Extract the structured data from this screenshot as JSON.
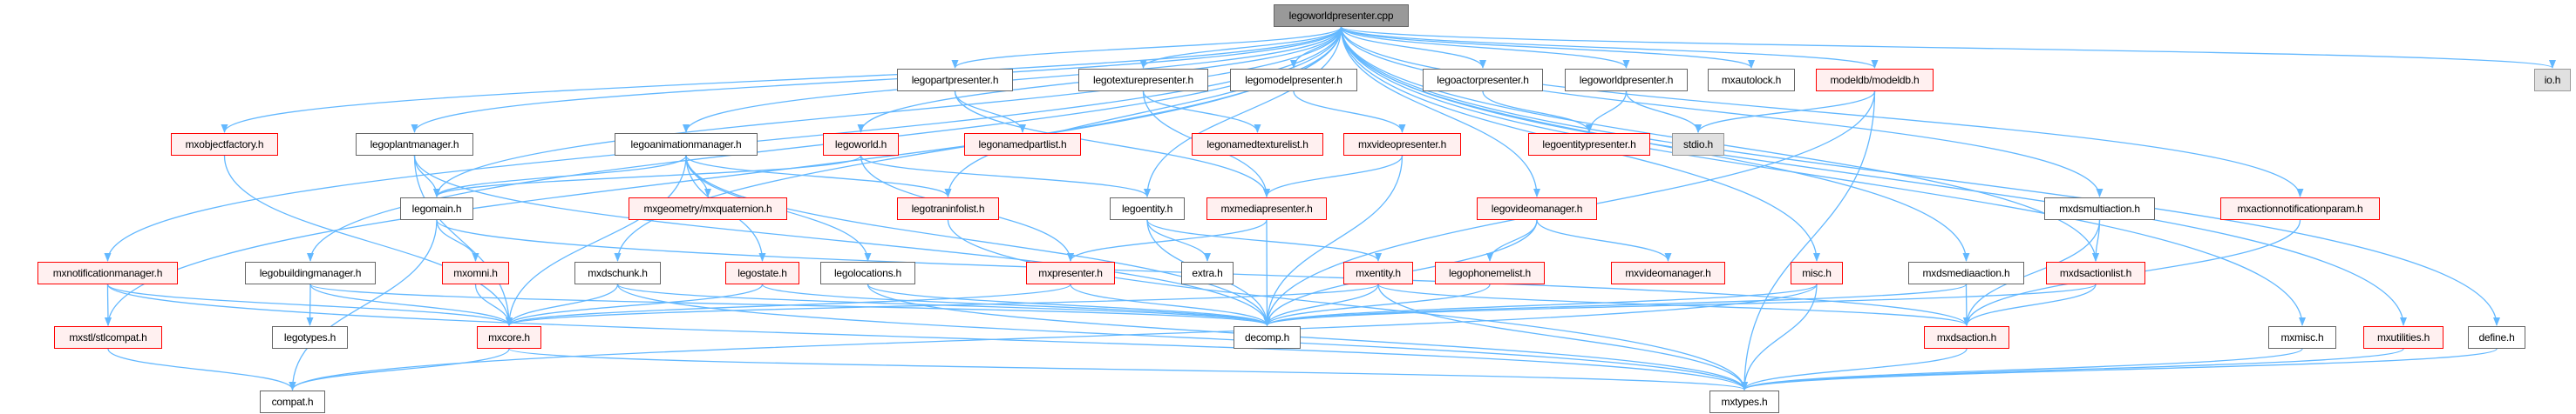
{
  "colors": {
    "edge": "#63B8FF",
    "root_fill": "#999999",
    "missing_border": "#FF0000",
    "missing_fill": "#FFF0F0",
    "external_fill": "#E0E0E0"
  },
  "nodes": [
    {
      "id": "root",
      "label": "legoworldpresenter.cpp",
      "style": "root"
    },
    {
      "id": "legopartpresenter",
      "label": "legopartpresenter.h",
      "style": "white"
    },
    {
      "id": "legotexturepresenter",
      "label": "legotexturepresenter.h",
      "style": "white"
    },
    {
      "id": "legomodelpresenter",
      "label": "legomodelpresenter.h",
      "style": "white"
    },
    {
      "id": "legoactorpresenter",
      "label": "legoactorpresenter.h",
      "style": "white"
    },
    {
      "id": "legoworldpresenterh",
      "label": "legoworldpresenter.h",
      "style": "white"
    },
    {
      "id": "mxautolock",
      "label": "mxautolock.h",
      "style": "white"
    },
    {
      "id": "modeldb",
      "label": "modeldb/modeldb.h",
      "style": "red"
    },
    {
      "id": "io",
      "label": "io.h",
      "style": "gray"
    },
    {
      "id": "mxobjectfactory",
      "label": "mxobjectfactory.h",
      "style": "red"
    },
    {
      "id": "legoplantmanager",
      "label": "legoplantmanager.h",
      "style": "white"
    },
    {
      "id": "legoanimationmanager",
      "label": "legoanimationmanager.h",
      "style": "white"
    },
    {
      "id": "legoworld",
      "label": "legoworld.h",
      "style": "red"
    },
    {
      "id": "legonamedpartlist",
      "label": "legonamedpartlist.h",
      "style": "red"
    },
    {
      "id": "legonamedtexturelist",
      "label": "legonamedtexturelist.h",
      "style": "red"
    },
    {
      "id": "mxvideopresenter",
      "label": "mxvideopresenter.h",
      "style": "red"
    },
    {
      "id": "legoentitypresenter",
      "label": "legoentitypresenter.h",
      "style": "red"
    },
    {
      "id": "stdio",
      "label": "stdio.h",
      "style": "gray"
    },
    {
      "id": "legomain",
      "label": "legomain.h",
      "style": "white"
    },
    {
      "id": "mxquaternion",
      "label": "mxgeometry/mxquaternion.h",
      "style": "red"
    },
    {
      "id": "legotraninfolist",
      "label": "legotraninfolist.h",
      "style": "red"
    },
    {
      "id": "legoentity",
      "label": "legoentity.h",
      "style": "white"
    },
    {
      "id": "mxmediapresenter",
      "label": "mxmediapresenter.h",
      "style": "red"
    },
    {
      "id": "legovideomanager",
      "label": "legovideomanager.h",
      "style": "red"
    },
    {
      "id": "mxdsmultiaction",
      "label": "mxdsmultiaction.h",
      "style": "white"
    },
    {
      "id": "mxactionnotificationparam",
      "label": "mxactionnotificationparam.h",
      "style": "red"
    },
    {
      "id": "mxnotificationmanager",
      "label": "mxnotificationmanager.h",
      "style": "red"
    },
    {
      "id": "legobuildingmanager",
      "label": "legobuildingmanager.h",
      "style": "white"
    },
    {
      "id": "mxomni",
      "label": "mxomni.h",
      "style": "red"
    },
    {
      "id": "mxdschunk",
      "label": "mxdschunk.h",
      "style": "white"
    },
    {
      "id": "legostate",
      "label": "legostate.h",
      "style": "red"
    },
    {
      "id": "legolocations",
      "label": "legolocations.h",
      "style": "white"
    },
    {
      "id": "mxpresenter",
      "label": "mxpresenter.h",
      "style": "red"
    },
    {
      "id": "extra",
      "label": "extra.h",
      "style": "white"
    },
    {
      "id": "mxentity",
      "label": "mxentity.h",
      "style": "red"
    },
    {
      "id": "legophonemelist",
      "label": "legophonemelist.h",
      "style": "red"
    },
    {
      "id": "mxvideomanager",
      "label": "mxvideomanager.h",
      "style": "red"
    },
    {
      "id": "misc",
      "label": "misc.h",
      "style": "red"
    },
    {
      "id": "mxdsmediaaction",
      "label": "mxdsmediaaction.h",
      "style": "white"
    },
    {
      "id": "mxdsactionlist",
      "label": "mxdsactionlist.h",
      "style": "red"
    },
    {
      "id": "stlcompat",
      "label": "mxstl/stlcompat.h",
      "style": "red"
    },
    {
      "id": "legotypes",
      "label": "legotypes.h",
      "style": "white"
    },
    {
      "id": "mxcore",
      "label": "mxcore.h",
      "style": "red"
    },
    {
      "id": "decomp",
      "label": "decomp.h",
      "style": "white"
    },
    {
      "id": "mxdsaction",
      "label": "mxdsaction.h",
      "style": "red"
    },
    {
      "id": "mxmisc",
      "label": "mxmisc.h",
      "style": "white"
    },
    {
      "id": "mxutilities",
      "label": "mxutilities.h",
      "style": "red"
    },
    {
      "id": "define",
      "label": "define.h",
      "style": "white"
    },
    {
      "id": "compat",
      "label": "compat.h",
      "style": "white"
    },
    {
      "id": "mxtypes",
      "label": "mxtypes.h",
      "style": "white"
    }
  ],
  "edges": [
    [
      "root",
      "legopartpresenter"
    ],
    [
      "root",
      "legotexturepresenter"
    ],
    [
      "root",
      "legomodelpresenter"
    ],
    [
      "root",
      "legoactorpresenter"
    ],
    [
      "root",
      "legoworldpresenterh"
    ],
    [
      "root",
      "mxautolock"
    ],
    [
      "root",
      "modeldb"
    ],
    [
      "root",
      "io"
    ],
    [
      "root",
      "mxobjectfactory"
    ],
    [
      "root",
      "legoplantmanager"
    ],
    [
      "root",
      "legoanimationmanager"
    ],
    [
      "root",
      "legoworld"
    ],
    [
      "root",
      "legomain"
    ],
    [
      "root",
      "mxnotificationmanager"
    ],
    [
      "root",
      "legobuildingmanager"
    ],
    [
      "root",
      "mxdschunk"
    ],
    [
      "root",
      "stlcompat"
    ],
    [
      "root",
      "legoentity"
    ],
    [
      "root",
      "legotraninfolist"
    ],
    [
      "root",
      "legovideomanager"
    ],
    [
      "root",
      "misc"
    ],
    [
      "root",
      "mxdsmediaaction"
    ],
    [
      "root",
      "mxdsactionlist"
    ],
    [
      "root",
      "mxdsmultiaction"
    ],
    [
      "root",
      "mxactionnotificationparam"
    ],
    [
      "root",
      "mxmisc"
    ],
    [
      "root",
      "mxutilities"
    ],
    [
      "root",
      "define"
    ],
    [
      "legopartpresenter",
      "legonamedpartlist"
    ],
    [
      "legopartpresenter",
      "mxmediapresenter"
    ],
    [
      "legotexturepresenter",
      "legonamedtexturelist"
    ],
    [
      "legotexturepresenter",
      "mxmediapresenter"
    ],
    [
      "legomodelpresenter",
      "mxvideopresenter"
    ],
    [
      "legoactorpresenter",
      "legoentitypresenter"
    ],
    [
      "legoworldpresenterh",
      "legoentitypresenter"
    ],
    [
      "legoworldpresenterh",
      "stdio"
    ],
    [
      "modeldb",
      "stdio"
    ],
    [
      "modeldb",
      "decomp"
    ],
    [
      "modeldb",
      "mxtypes"
    ],
    [
      "mxobjectfactory",
      "mxcore"
    ],
    [
      "legoplantmanager",
      "legomain"
    ],
    [
      "legoplantmanager",
      "mxcore"
    ],
    [
      "legoplantmanager",
      "decomp"
    ],
    [
      "legoanimationmanager",
      "legomain"
    ],
    [
      "legoanimationmanager",
      "mxquaternion"
    ],
    [
      "legoanimationmanager",
      "mxcore"
    ],
    [
      "legoanimationmanager",
      "legostate"
    ],
    [
      "legoanimationmanager",
      "legolocations"
    ],
    [
      "legoanimationmanager",
      "legotraninfolist"
    ],
    [
      "legoanimationmanager",
      "decomp"
    ],
    [
      "legoworld",
      "legomain"
    ],
    [
      "legoworld",
      "legoentity"
    ],
    [
      "legoworld",
      "mxpresenter"
    ],
    [
      "legomain",
      "compat"
    ],
    [
      "legomain",
      "mxomni"
    ],
    [
      "legomain",
      "mxdsaction"
    ],
    [
      "mxvideopresenter",
      "mxmediapresenter"
    ],
    [
      "mxvideopresenter",
      "decomp"
    ],
    [
      "legoentity",
      "extra"
    ],
    [
      "legoentity",
      "mxentity"
    ],
    [
      "legoentity",
      "decomp"
    ],
    [
      "mxmediapresenter",
      "mxpresenter"
    ],
    [
      "mxmediapresenter",
      "decomp"
    ],
    [
      "legovideomanager",
      "legophonemelist"
    ],
    [
      "legovideomanager",
      "mxvideomanager"
    ],
    [
      "legovideomanager",
      "decomp"
    ],
    [
      "legotraninfolist",
      "mxtypes"
    ],
    [
      "mxnotificationmanager",
      "stlcompat"
    ],
    [
      "mxnotificationmanager",
      "mxcore"
    ],
    [
      "mxnotificationmanager",
      "mxtypes"
    ],
    [
      "legobuildingmanager",
      "legotypes"
    ],
    [
      "legobuildingmanager",
      "mxcore"
    ],
    [
      "legobuildingmanager",
      "decomp"
    ],
    [
      "mxomni",
      "mxcore"
    ],
    [
      "mxdschunk",
      "mxcore"
    ],
    [
      "mxdschunk",
      "decomp"
    ],
    [
      "mxdschunk",
      "mxtypes"
    ],
    [
      "legostate",
      "mxcore"
    ],
    [
      "legostate",
      "decomp"
    ],
    [
      "legolocations",
      "decomp"
    ],
    [
      "legolocations",
      "mxtypes"
    ],
    [
      "mxpresenter",
      "mxcore"
    ],
    [
      "mxpresenter",
      "decomp"
    ],
    [
      "mxentity",
      "mxcore"
    ],
    [
      "mxentity",
      "decomp"
    ],
    [
      "mxentity",
      "mxdsaction"
    ],
    [
      "mxentity",
      "mxtypes"
    ],
    [
      "legophonemelist",
      "decomp"
    ],
    [
      "misc",
      "decomp"
    ],
    [
      "misc",
      "mxtypes"
    ],
    [
      "misc",
      "compat"
    ],
    [
      "mxdsmediaaction",
      "mxdsaction"
    ],
    [
      "mxdsmediaaction",
      "decomp"
    ],
    [
      "mxdsactionlist",
      "mxdsaction"
    ],
    [
      "mxdsactionlist",
      "decomp"
    ],
    [
      "mxdsmultiaction",
      "mxdsactionlist"
    ],
    [
      "mxdsmultiaction",
      "mxdsaction"
    ],
    [
      "mxactionnotificationparam",
      "mxdsaction"
    ],
    [
      "mxdsaction",
      "mxtypes"
    ],
    [
      "mxmisc",
      "mxtypes"
    ],
    [
      "mxutilities",
      "mxtypes"
    ],
    [
      "define",
      "mxtypes"
    ],
    [
      "mxcore",
      "compat"
    ],
    [
      "mxcore",
      "mxtypes"
    ],
    [
      "stlcompat",
      "compat"
    ]
  ]
}
